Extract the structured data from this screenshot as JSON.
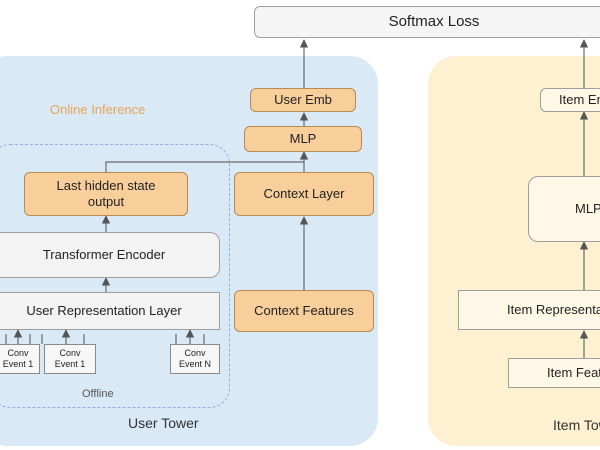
{
  "softmax_loss": "Softmax Loss",
  "user_tower": {
    "title": "User Tower",
    "online_inference_label": "Online Inference",
    "offline_label": "Offline",
    "user_emb": "User Emb",
    "mlp": "MLP",
    "context_layer": "Context Layer",
    "context_features": "Context Features",
    "last_hidden_state": "Last hidden state output",
    "transformer_encoder": "Transformer Encoder",
    "user_representation_layer": "User Representation Layer",
    "conv_events": [
      {
        "line1": "Conv",
        "line2": "Event 1"
      },
      {
        "line1": "Conv",
        "line2": "Event 1"
      },
      {
        "line1": "Conv",
        "line2": "Event N"
      }
    ]
  },
  "item_tower": {
    "title": "Item Tower",
    "item_emb": "Item Emb",
    "mlp": "MLP",
    "item_representation": "Item Representation",
    "item_features": "Item Features"
  },
  "colors": {
    "user_tower_bg": "#d9e9f6",
    "item_tower_bg": "#fdf1d2",
    "orange_box": "#f8cf9b",
    "online_label": "#e8a453"
  }
}
